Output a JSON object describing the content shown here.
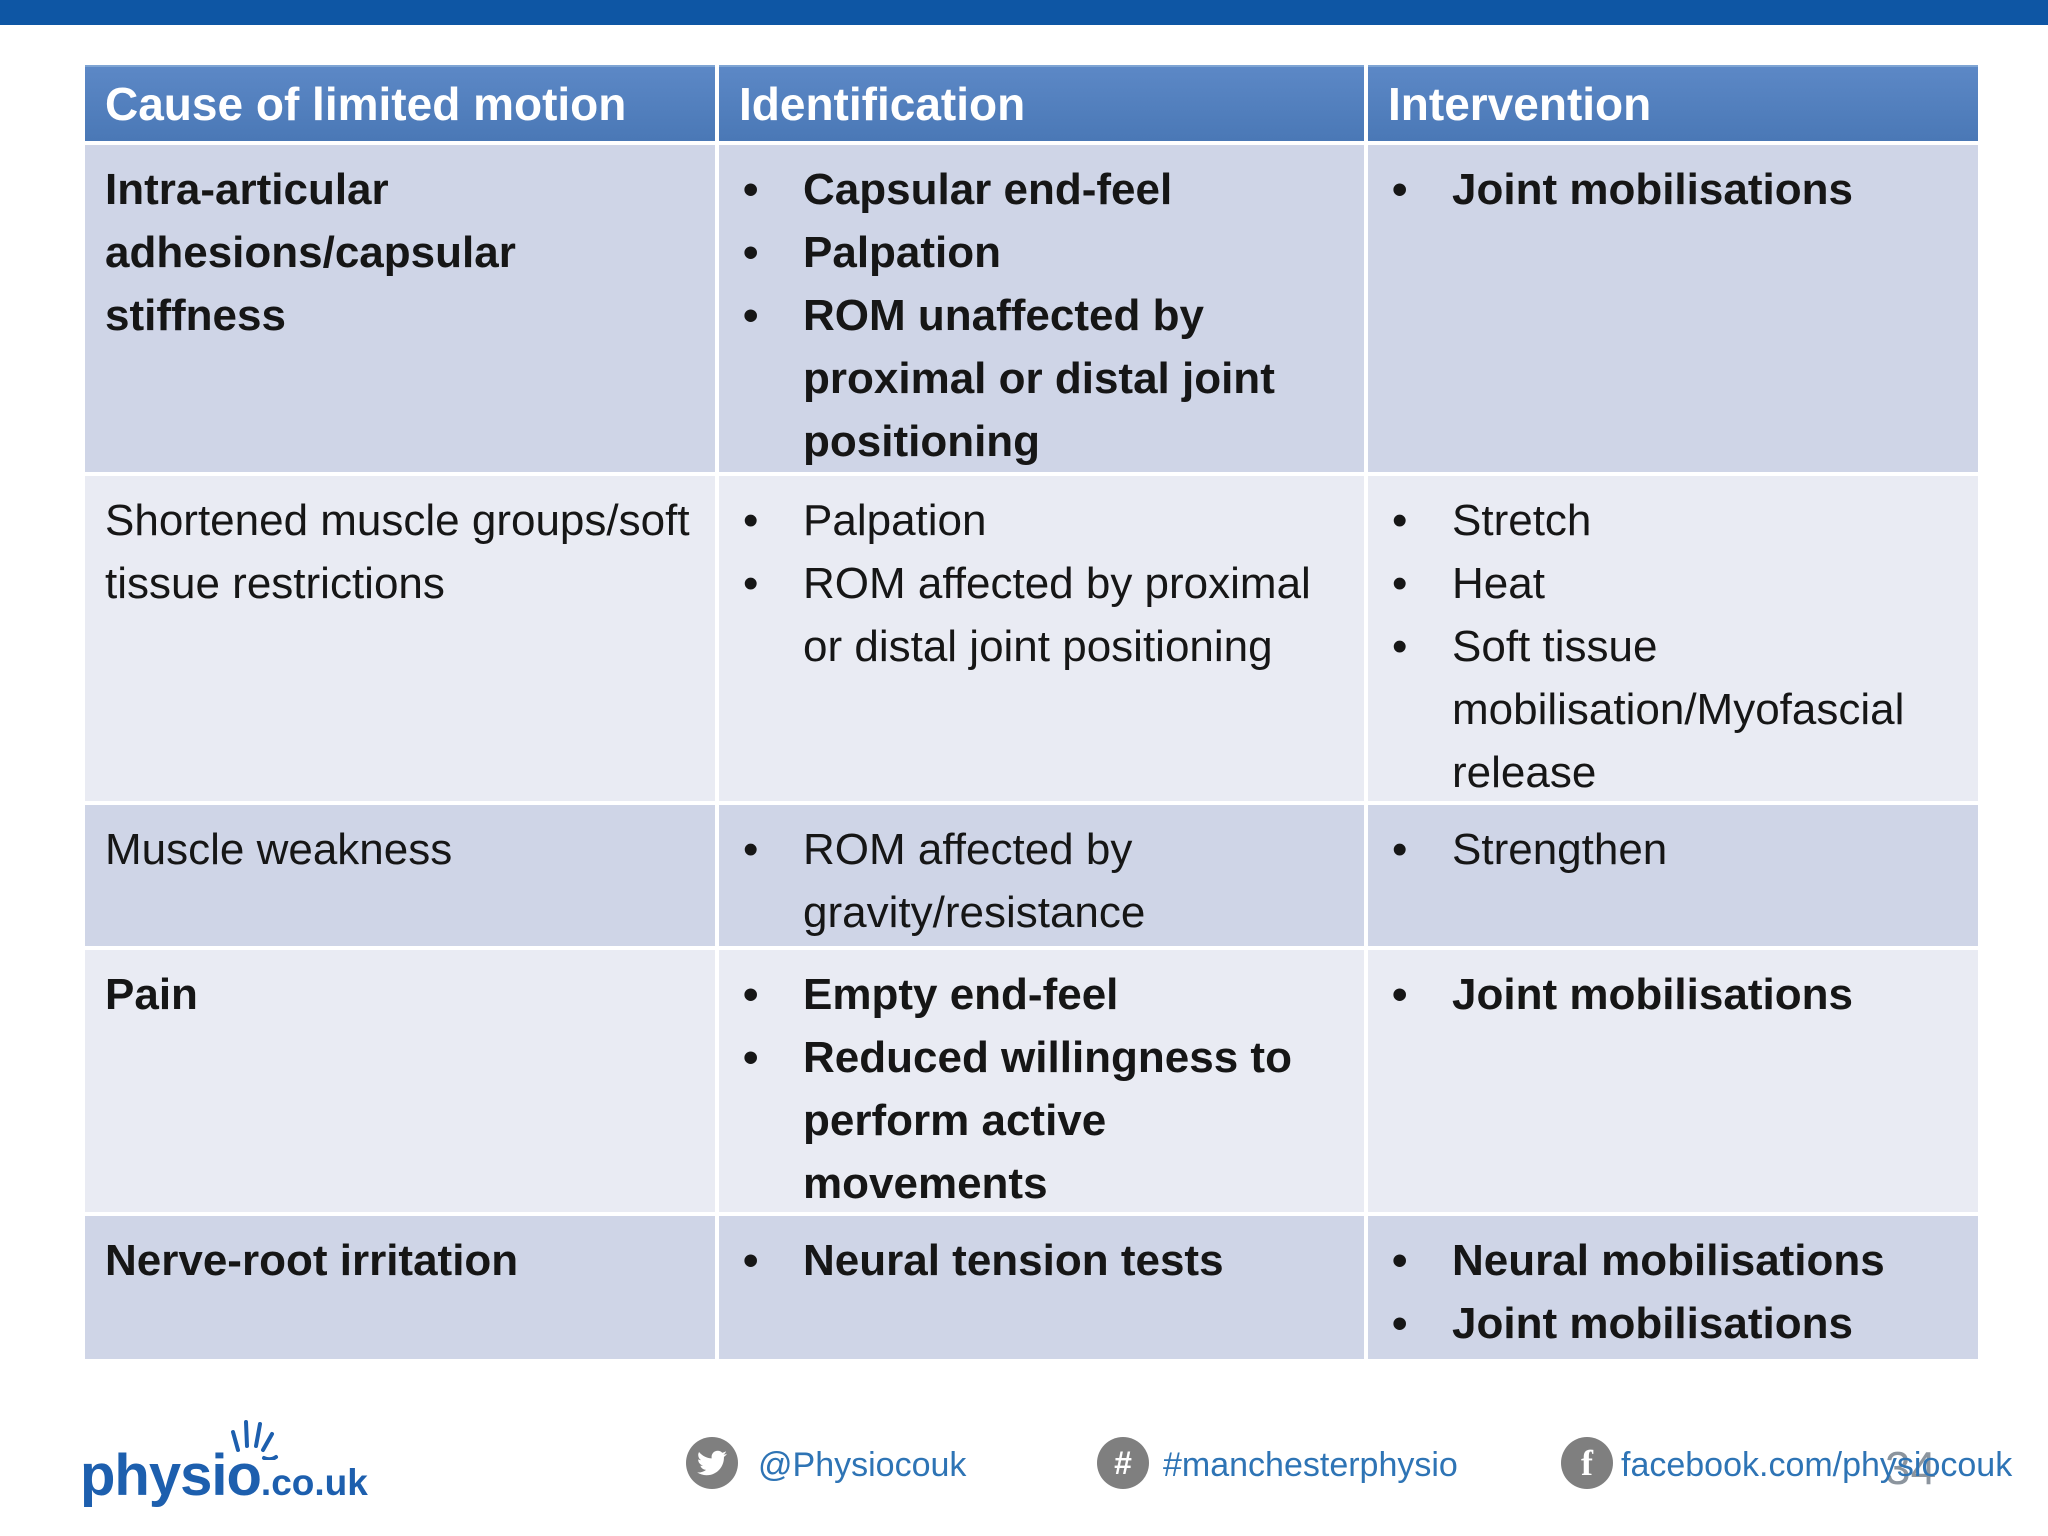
{
  "table": {
    "headers": [
      "Cause of limited motion",
      "Identification",
      "Intervention"
    ],
    "rows": [
      {
        "cause": "Intra-articular adhesions/capsular stiffness",
        "identification": [
          "Capsular end-feel",
          "Palpation",
          "ROM unaffected by proximal or distal joint positioning"
        ],
        "intervention": [
          "Joint mobilisations"
        ],
        "bold": true
      },
      {
        "cause": "Shortened muscle groups/soft tissue restrictions",
        "identification": [
          "Palpation",
          "ROM affected by proximal or distal joint positioning"
        ],
        "intervention": [
          "Stretch",
          "Heat",
          "Soft tissue mobilisation/Myofascial release"
        ],
        "bold": false
      },
      {
        "cause": "Muscle weakness",
        "identification": [
          "ROM affected by gravity/resistance"
        ],
        "intervention": [
          "Strengthen"
        ],
        "bold": false
      },
      {
        "cause": "Pain",
        "identification": [
          "Empty end-feel",
          "Reduced willingness to perform active movements"
        ],
        "intervention": [
          "Joint mobilisations"
        ],
        "bold": true
      },
      {
        "cause": "Nerve-root irritation",
        "identification": [
          "Neural tension tests"
        ],
        "intervention": [
          "Neural mobilisations",
          "Joint mobilisations"
        ],
        "bold": true
      }
    ]
  },
  "footer": {
    "logo": {
      "brand": "physio",
      "suffix": ".co.uk"
    },
    "twitter": {
      "handle": "@Physiocouk",
      "icon": "twitter-bird-icon"
    },
    "hashtag": {
      "tag": "#manchesterphysio",
      "icon": "hashtag-icon",
      "glyph": "#"
    },
    "facebook": {
      "url": "facebook.com/physiocouk",
      "icon": "facebook-icon",
      "glyph": "f"
    },
    "page_number": "34"
  },
  "colors": {
    "top_bar": "#0e56a4",
    "header_bg": "#4e7ebe",
    "row_band_a": "#cfd5e7",
    "row_band_b": "#e9ebf3",
    "body_text": "#161616",
    "link_blue": "#2e74b5",
    "logo_blue": "#1d5fae",
    "icon_gray": "#7f7f7f",
    "page_number_gray": "#8c959e"
  }
}
